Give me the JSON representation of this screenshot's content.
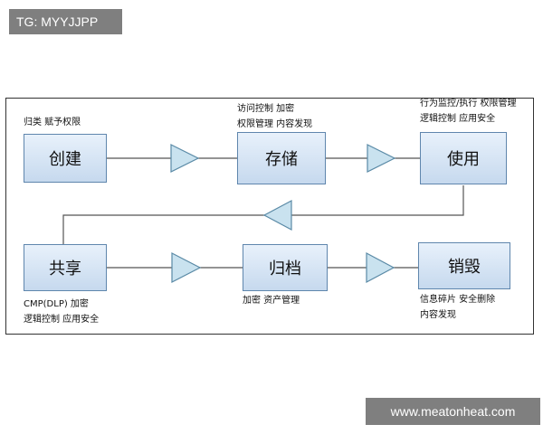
{
  "watermarks": {
    "top": "TG: MYYJJPP",
    "bottom": "www.meatonheat.com"
  },
  "stages": {
    "create": "创建",
    "store": "存储",
    "use": "使用",
    "share": "共享",
    "archive": "归档",
    "destroy": "销毁"
  },
  "annotations": {
    "create": [
      "归类  赋予权限"
    ],
    "store": [
      "访问控制  加密",
      "权限管理  内容发现"
    ],
    "use": [
      "行为监控/执行 权限管理",
      "逻辑控制  应用安全"
    ],
    "share": [
      "CMP(DLP)  加密",
      "逻辑控制  应用安全"
    ],
    "archive": [
      "加密   资产管理"
    ],
    "destroy": [
      "信息碎片 安全删除",
      "内容发现"
    ]
  },
  "colors": {
    "box_top": "#e8f1fb",
    "box_bottom": "#c6d9ee",
    "box_border": "#5f86ad",
    "arrow_fill": "#c9e2ef",
    "arrow_stroke": "#5a8aa6",
    "line": "#555555"
  }
}
